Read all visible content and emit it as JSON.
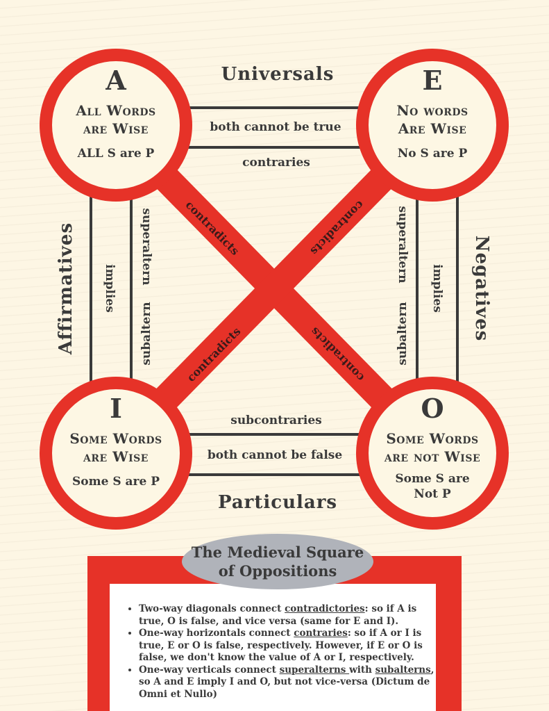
{
  "title": {
    "line1": "The Medieval Square",
    "line2": "of Oppositions"
  },
  "corners": {
    "A": {
      "letter": "A",
      "proposition_line1": "All Words",
      "proposition_line2": "are Wise",
      "form": "ALL S are P"
    },
    "E": {
      "letter": "E",
      "proposition_line1": "No words",
      "proposition_line2": "Are Wise",
      "form": "No S are P"
    },
    "I": {
      "letter": "I",
      "proposition_line1": "Some Words",
      "proposition_line2": "are Wise",
      "form": "Some S are P"
    },
    "O": {
      "letter": "O",
      "proposition_line1": "Some Words",
      "proposition_line2": "are not Wise",
      "form_line1": "Some S are",
      "form_line2": "Not P"
    }
  },
  "sides": {
    "top": "Universals",
    "bottom": "Particulars",
    "left": "Affirmatives",
    "right": "Negatives"
  },
  "relations": {
    "top_inner": "both cannot be true",
    "top_below": "contraries",
    "bottom_above": "subcontraries",
    "bottom_inner": "both cannot be false",
    "superaltern": "superaltern",
    "subaltern": "subaltern",
    "implies": "implies",
    "contradicts": "contradicts"
  },
  "notes": [
    {
      "pre": "Two-way diagonals connect ",
      "term": "contradictories",
      "post": ": so if A is true, O is false, and vice versa (same for E and I)."
    },
    {
      "pre": "One-way horizontals connect ",
      "term": "contraries",
      "post": ": so if A or I is true, E or O is false, respectively. However, if E or O is false, we don't know the value of A or I, respectively."
    },
    {
      "pre": "One-way verticals connect ",
      "term": "superalterns ",
      "mid": "with ",
      "term2": "subalterns",
      "post": ", so A and E imply I and O, but not vice-versa (Dictum de Omni et Nullo)"
    }
  ],
  "colors": {
    "red": "#e63228",
    "cream": "#fdf6e4",
    "grey": "#b0b3ba",
    "text": "#3a3a3a"
  }
}
